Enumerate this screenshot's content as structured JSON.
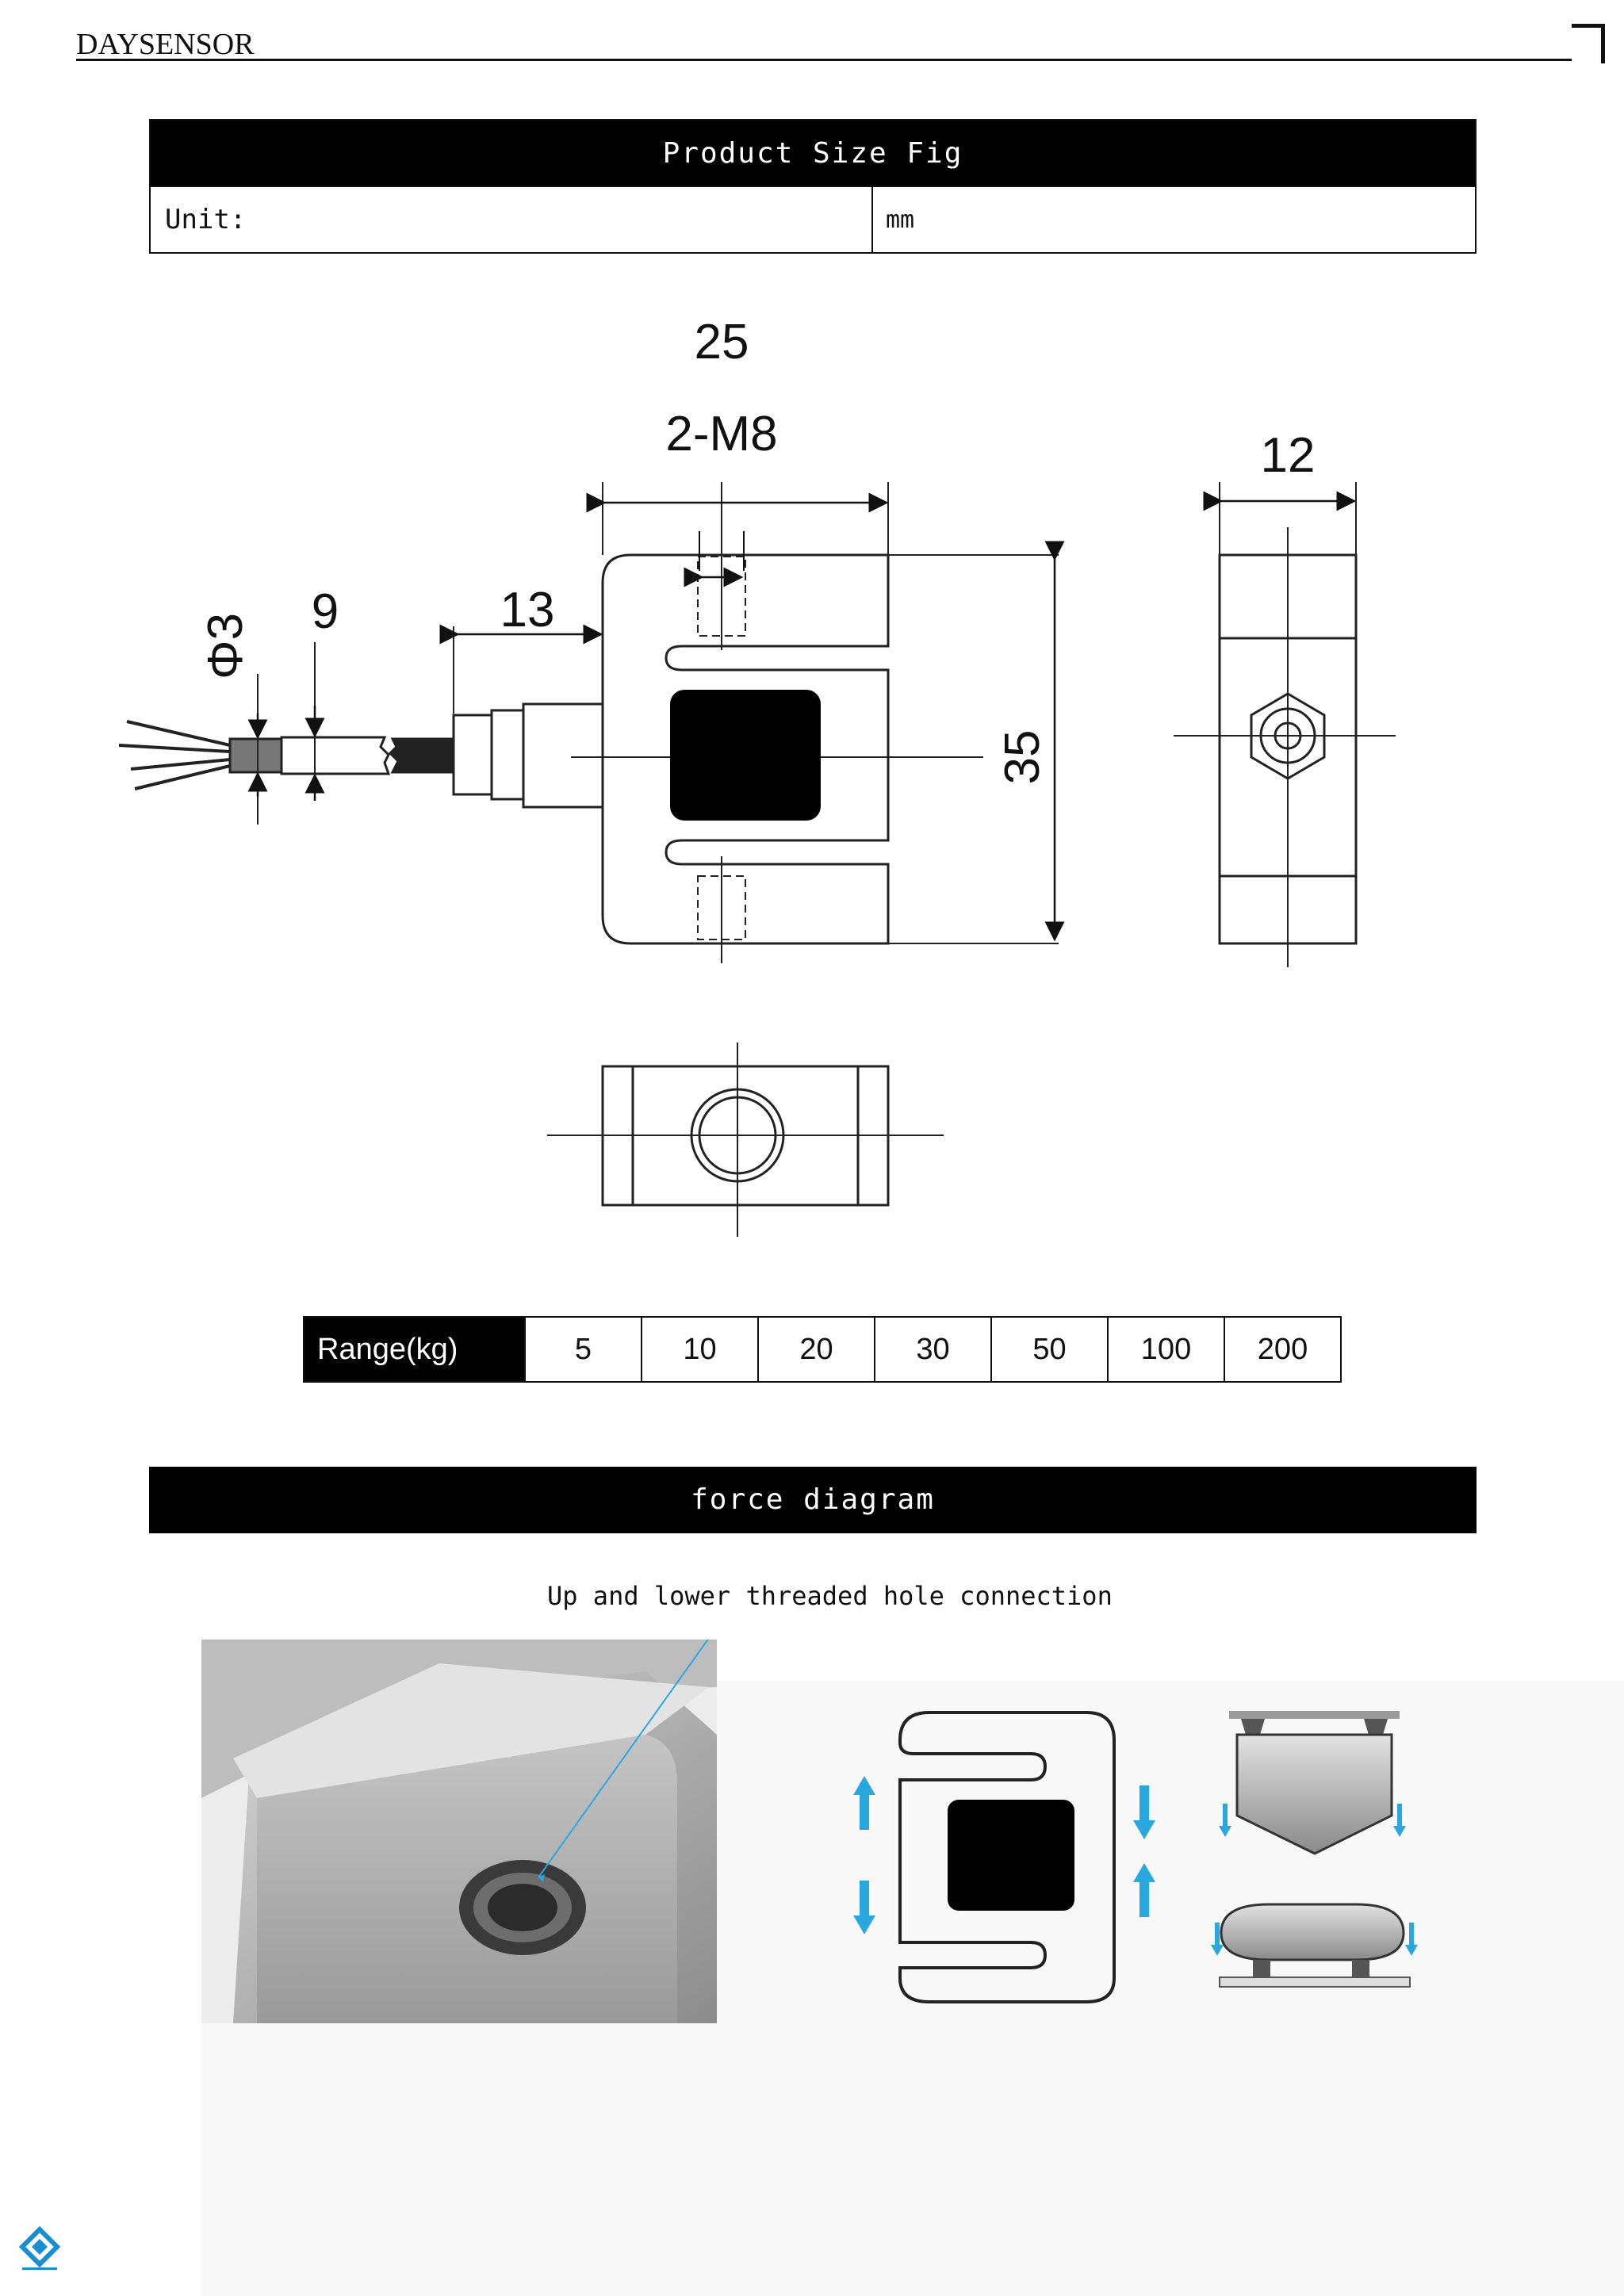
{
  "header": {
    "brand": "DAYSENSOR"
  },
  "size_table": {
    "title": "Product Size Fig",
    "unit_label": "Unit:",
    "unit_value": "mm"
  },
  "drawing": {
    "dim_width": "25",
    "dim_thread": "2-M8",
    "dim_depth": "12",
    "dim_height": "35",
    "dim_cable_dia": "Φ3",
    "dim_9": "9",
    "dim_13": "13"
  },
  "range_table": {
    "label": "Range(kg)",
    "values": [
      "5",
      "10",
      "20",
      "30",
      "50",
      "100",
      "200"
    ]
  },
  "force_section": {
    "title": "force diagram",
    "caption": "Up and lower threaded hole connection"
  },
  "colors": {
    "arrow": "#29a8e0",
    "bar": "#000000"
  }
}
